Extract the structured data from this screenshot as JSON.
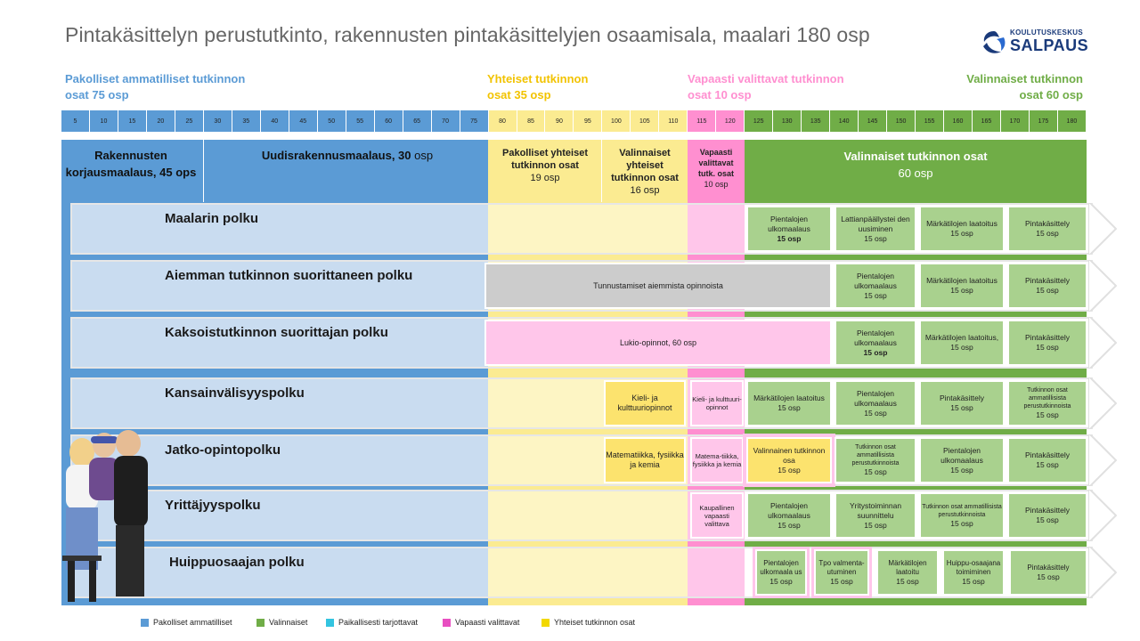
{
  "title": "Pintakäsittelyn perustutkinto, rakennusten pintakäsittelyjen osaamisala, maalari 180 osp",
  "logo": {
    "small": "KOULUTUSKESKUS",
    "main": "SALPAUS"
  },
  "categories": {
    "pakolliset": {
      "line1": "Pakolliset ammatilliset tutkinnon",
      "line2": "osat 75 osp",
      "color": "#5b9bd5"
    },
    "yhteiset": {
      "line1": "Yhteiset tutkinnon",
      "line2": "osat 35 osp",
      "color": "#f2c300"
    },
    "vapaasti": {
      "line1": "Vapaasti valittavat tutkinnon",
      "line2": "osat 10 osp",
      "color": "#ff8fd0"
    },
    "valinnaiset": {
      "line1": "Valinnaiset tutkinnon",
      "line2": "osat 60 osp",
      "color": "#70ad47"
    }
  },
  "scale": [
    "5",
    "10",
    "15",
    "20",
    "25",
    "30",
    "35",
    "40",
    "45",
    "50",
    "55",
    "60",
    "65",
    "70",
    "75",
    "80",
    "85",
    "90",
    "95",
    "100",
    "105",
    "110",
    "115",
    "120",
    "125",
    "130",
    "135",
    "140",
    "145",
    "150",
    "155",
    "160",
    "165",
    "170",
    "175",
    "180"
  ],
  "columns": {
    "korjaus": "Rakennusten korjausmaalaus, 45 ops",
    "uudis_bold": "Uudisrakennusmaalaus, 30",
    "uudis_rest": " osp",
    "pak_yht_title": "Pakolliset yhteiset tutkinnon osat",
    "pak_yht_osp": "19 osp",
    "val_yht_title": "Valinnaiset yhteiset tutkinnon osat",
    "val_yht_osp": "16 osp",
    "vapaasti_title": "Vapaasti valittavat tutk. osat",
    "vapaasti_osp": "10 osp",
    "valinnaiset_title": "Valinnaiset tutkinnon osat",
    "valinnaiset_osp": "60 osp"
  },
  "rows": [
    {
      "label": "Maalarin polku",
      "boxes": [
        "Pientalojen ulkomaalaus",
        "15 osp",
        "Lattianpäällystei den uusiminen",
        "15 osp",
        "Märkätilojen laatoitus",
        "15 osp",
        "Pintakäsittely",
        "15 osp"
      ]
    },
    {
      "label": "Aiemman tutkinnon suorittaneen polku",
      "wide": "Tunnustamiset aiemmista opinnoista",
      "boxes": [
        "Pientalojen ulkomaalaus",
        "15 osp",
        "Märkätilojen laatoitus",
        "15 osp",
        "Pintakäsittely",
        "15 osp"
      ]
    },
    {
      "label": "Kaksoistutkinnon suorittajan polku",
      "wide": "Lukio-opinnot, 60 osp",
      "boxes": [
        "Pientalojen ulkomaalaus",
        "15 osp",
        "Märkätilojen laatoitus,",
        "15 osp",
        "Pintakäsittely",
        "15 osp"
      ]
    },
    {
      "label": "Kansainvälisyyspolku",
      "yellow": "Kieli- ja kulttuuriopinnot",
      "pink": "Kieli- ja kulttuuri-opinnot",
      "boxes": [
        "Märkätilojen laatoitus",
        "15 osp",
        "Pientalojen ulkomaalaus",
        "15 osp",
        "Pintakäsittely",
        "15 osp",
        "Tutkinnon osat ammatillisista perustutkinnoista",
        "15 osp"
      ]
    },
    {
      "label": "Jatko-opintopolku",
      "yellow": "Matematiikka, fysiikka ja kemia",
      "pink": "Matema-tiikka, fysiikka ja kemia",
      "boxes": [
        "Valinnainen tutkinnon osa",
        "15 osp",
        "Tutkinnon osat ammatillisista perustutkinnoista",
        "15 osp",
        "Pientalojen ulkomaalaus",
        "15 osp",
        "Pintakäsittely",
        "15 osp"
      ]
    },
    {
      "label": "Yrittäjyyspolku",
      "pink": "Kaupallinen vapaasti valittava",
      "boxes": [
        "Pientalojen ulkomaalaus",
        "15 osp",
        "Yritystoiminnan suunnittelu",
        "15 osp",
        "Tutkinnon osat ammatillisista perustutkinnoista",
        "15 osp",
        "Pintakäsittely",
        "15 osp"
      ]
    },
    {
      "label": "Huippuosaajan polku",
      "boxes": [
        "Pientalojen ulkomaala us",
        "15 osp",
        "Tpo valmenta-utuminen",
        "15 osp",
        "Märkätilojen laatoitu",
        "15 osp",
        "Huippu-osaajana toimiminen",
        "15 osp",
        "Pintakäsittely",
        "15 osp"
      ]
    }
  ],
  "legend": [
    {
      "label": "Pakolliset ammatilliset",
      "color": "#5b9bd5"
    },
    {
      "label": "Valinnaiset",
      "color": "#70ad47"
    },
    {
      "label": "Paikallisesti tarjottavat",
      "color": "#33c4e0"
    },
    {
      "label": "Vapaasti valittavat",
      "color": "#e84fc1"
    },
    {
      "label": "Yhteiset tutkinnon osat",
      "color": "#f2d800"
    }
  ]
}
